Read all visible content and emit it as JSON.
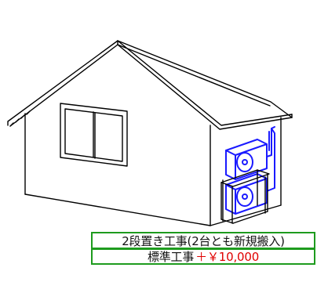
{
  "illustration": {
    "subject": "house-with-stacked-outdoor-ac-units",
    "line_color": "#000000",
    "highlight_color": "#1a1aff"
  },
  "caption": {
    "line1": "2段置き工事(2台とも新規搬入)",
    "label": "標準工事",
    "price": "＋￥10,000",
    "border_color": "#1e9b1e",
    "price_color": "#e00000"
  }
}
